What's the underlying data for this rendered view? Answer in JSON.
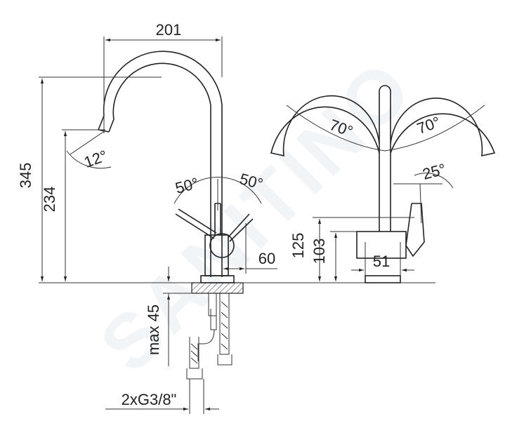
{
  "watermark": "SANITINO",
  "front_view": {
    "width_label": "201",
    "height_total_label": "345",
    "spout_height_label": "234",
    "spout_angle_label": "12°",
    "lever_angle_left_label": "50°",
    "lever_angle_right_label": "50°",
    "body_offset_label": "60",
    "max_thickness_label": "max 45",
    "connection_label": "2xG3/8\""
  },
  "side_view": {
    "swivel_left_label": "70°",
    "swivel_right_label": "70°",
    "lever_tilt_label": "25°",
    "lever_height_label": "125",
    "body_height_label": "103",
    "base_width_label": "51"
  },
  "colors": {
    "line": "#222222",
    "watermark": "#e6edf3"
  }
}
